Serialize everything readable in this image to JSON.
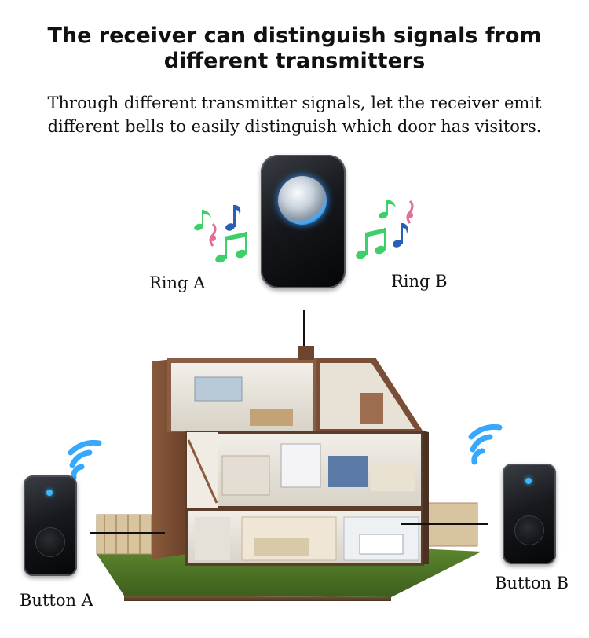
{
  "header": {
    "title_line1": "The receiver can distinguish signals from",
    "title_line2": "different transmitters",
    "subtitle_line1": "Through different transmitter signals, let the receiver emit",
    "subtitle_line2": "different bells to easily distinguish which door has visitors."
  },
  "labels": {
    "ring_a": "Ring  A",
    "ring_b": "Ring  B",
    "button_a": "Button A",
    "button_b": "Button B"
  },
  "colors": {
    "note_green": "#3fcf6a",
    "note_blue": "#2a5fb8",
    "note_pink": "#e06f9a",
    "signal_blue": "#36a9ff",
    "led_blue": "#3db7ff"
  },
  "icons": [
    "music-notes-icon",
    "wifi-signal-icon",
    "doorbell-receiver-icon",
    "doorbell-button-icon",
    "house-cutaway-icon"
  ]
}
